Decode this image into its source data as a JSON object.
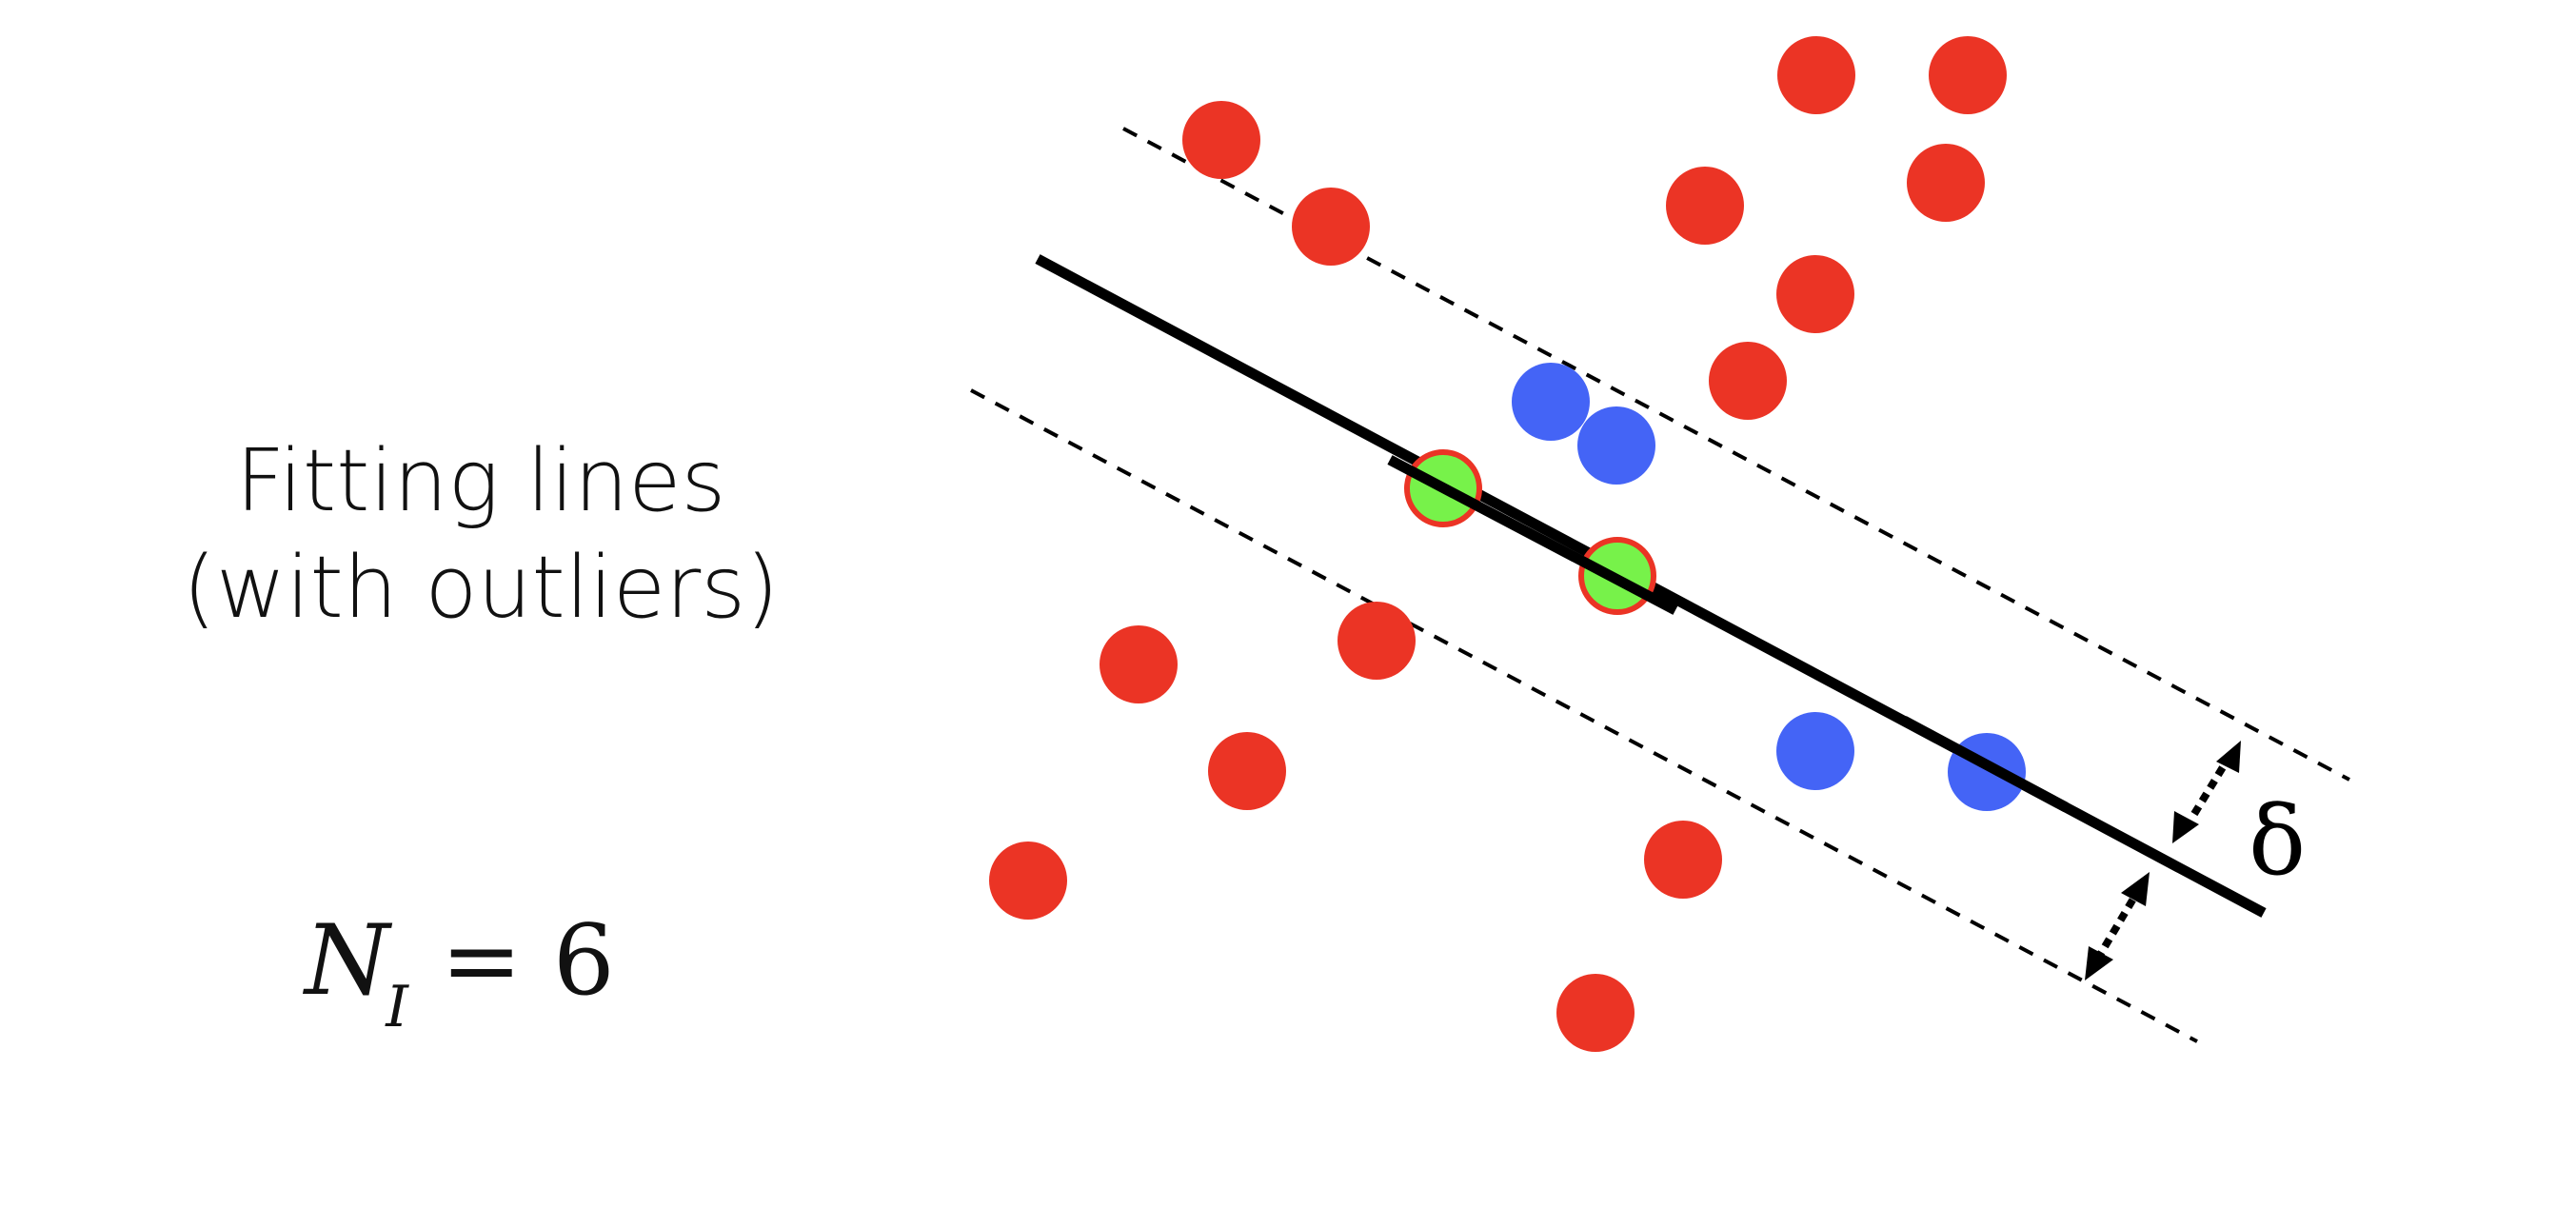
{
  "caption": {
    "line1": "Fitting lines",
    "line2": "(with outliers)"
  },
  "equation": {
    "variable": "N",
    "subscript": "I",
    "relation": "= 6"
  },
  "delta_label": "δ",
  "colors": {
    "outlier": "#EB3425",
    "inlier": "#4464F6",
    "sample": "#77F24A",
    "sample_stroke": "#EB3425",
    "line": "#000000"
  }
}
